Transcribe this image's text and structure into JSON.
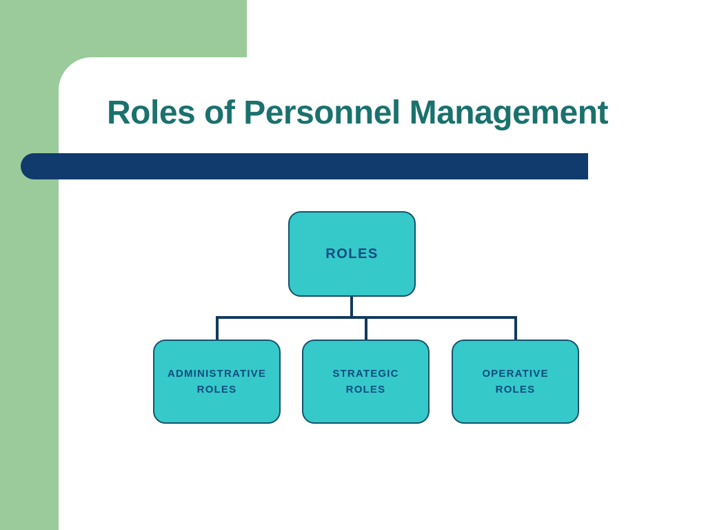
{
  "slide": {
    "title": "Roles of Personnel Management"
  },
  "diagram": {
    "type": "hierarchy",
    "root": {
      "label": "ROLES"
    },
    "children": [
      {
        "label_line1": "ADMINISTRATIVE",
        "label_line2": "ROLES"
      },
      {
        "label_line1": "STRATEGIC",
        "label_line2": "ROLES"
      },
      {
        "label_line1": "OPERATIVE",
        "label_line2": "ROLES"
      }
    ]
  },
  "colors": {
    "green": "#9bcb9b",
    "navy": "#113a6d",
    "line-navy": "#12395f",
    "turquoise": "#35c9c9",
    "box-border": "#15516d",
    "box-text": "#104b80",
    "title-teal": "#1a716d",
    "white": "#ffffff"
  }
}
